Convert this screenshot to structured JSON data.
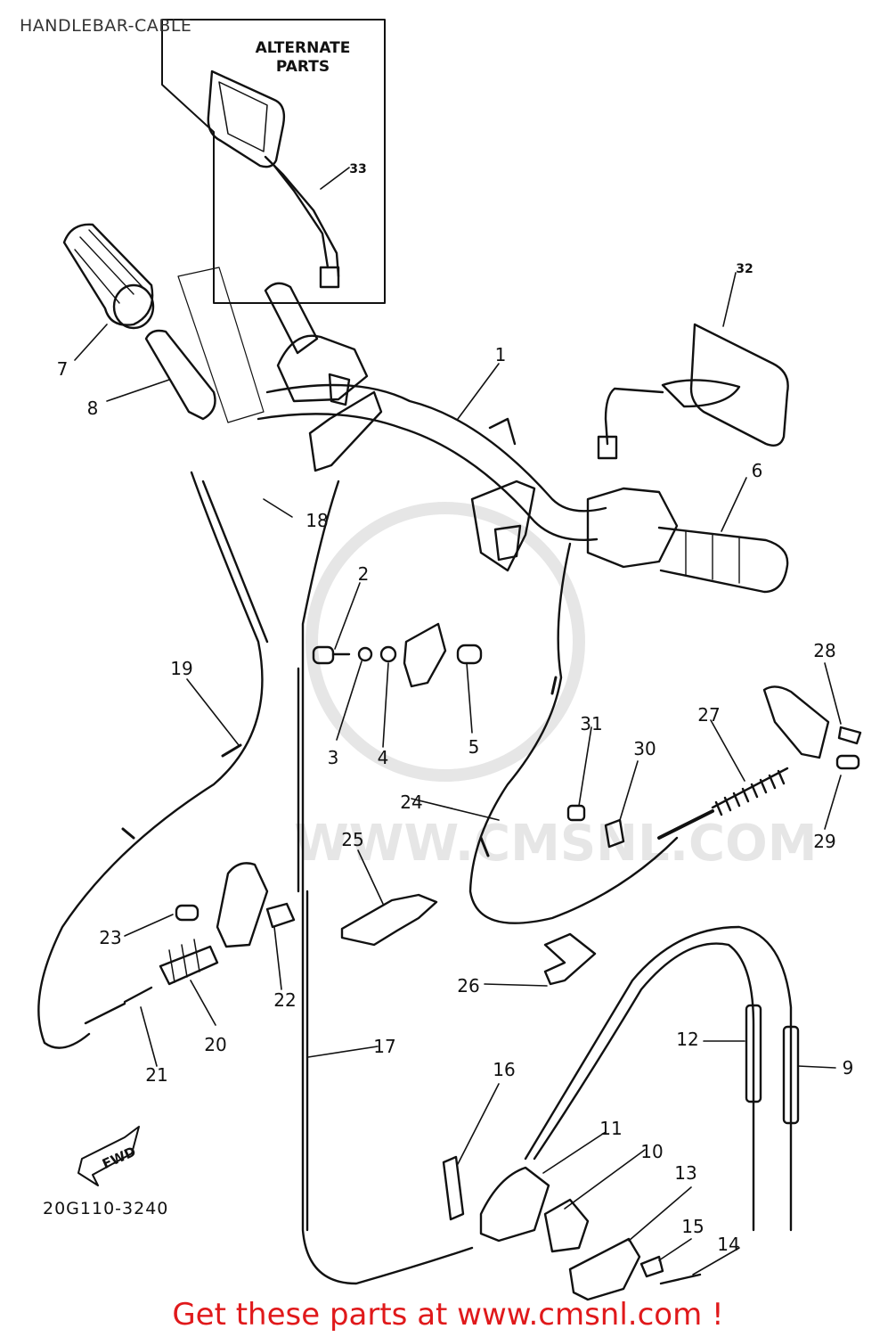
{
  "header": {
    "title": "HANDLEBAR-CABLE"
  },
  "alternate_box": {
    "label": "ALTERNATE\nPARTS",
    "part": "33"
  },
  "parts": [
    "1",
    "2",
    "3",
    "4",
    "5",
    "6",
    "7",
    "8",
    "9",
    "10",
    "11",
    "12",
    "13",
    "14",
    "15",
    "16",
    "17",
    "18",
    "19",
    "20",
    "21",
    "22",
    "23",
    "24",
    "25",
    "26",
    "27",
    "28",
    "29",
    "30",
    "31",
    "32"
  ],
  "fwd_label": "FWD",
  "diagram_code": "20G110-3240",
  "watermark": "WWW.CMSNL.COM",
  "footer": {
    "cta": "Get these parts at www.cmsnl.com !"
  },
  "colors": {
    "ink": "#111111",
    "cta": "#e0191b",
    "watermark": "#e6e6e6"
  }
}
